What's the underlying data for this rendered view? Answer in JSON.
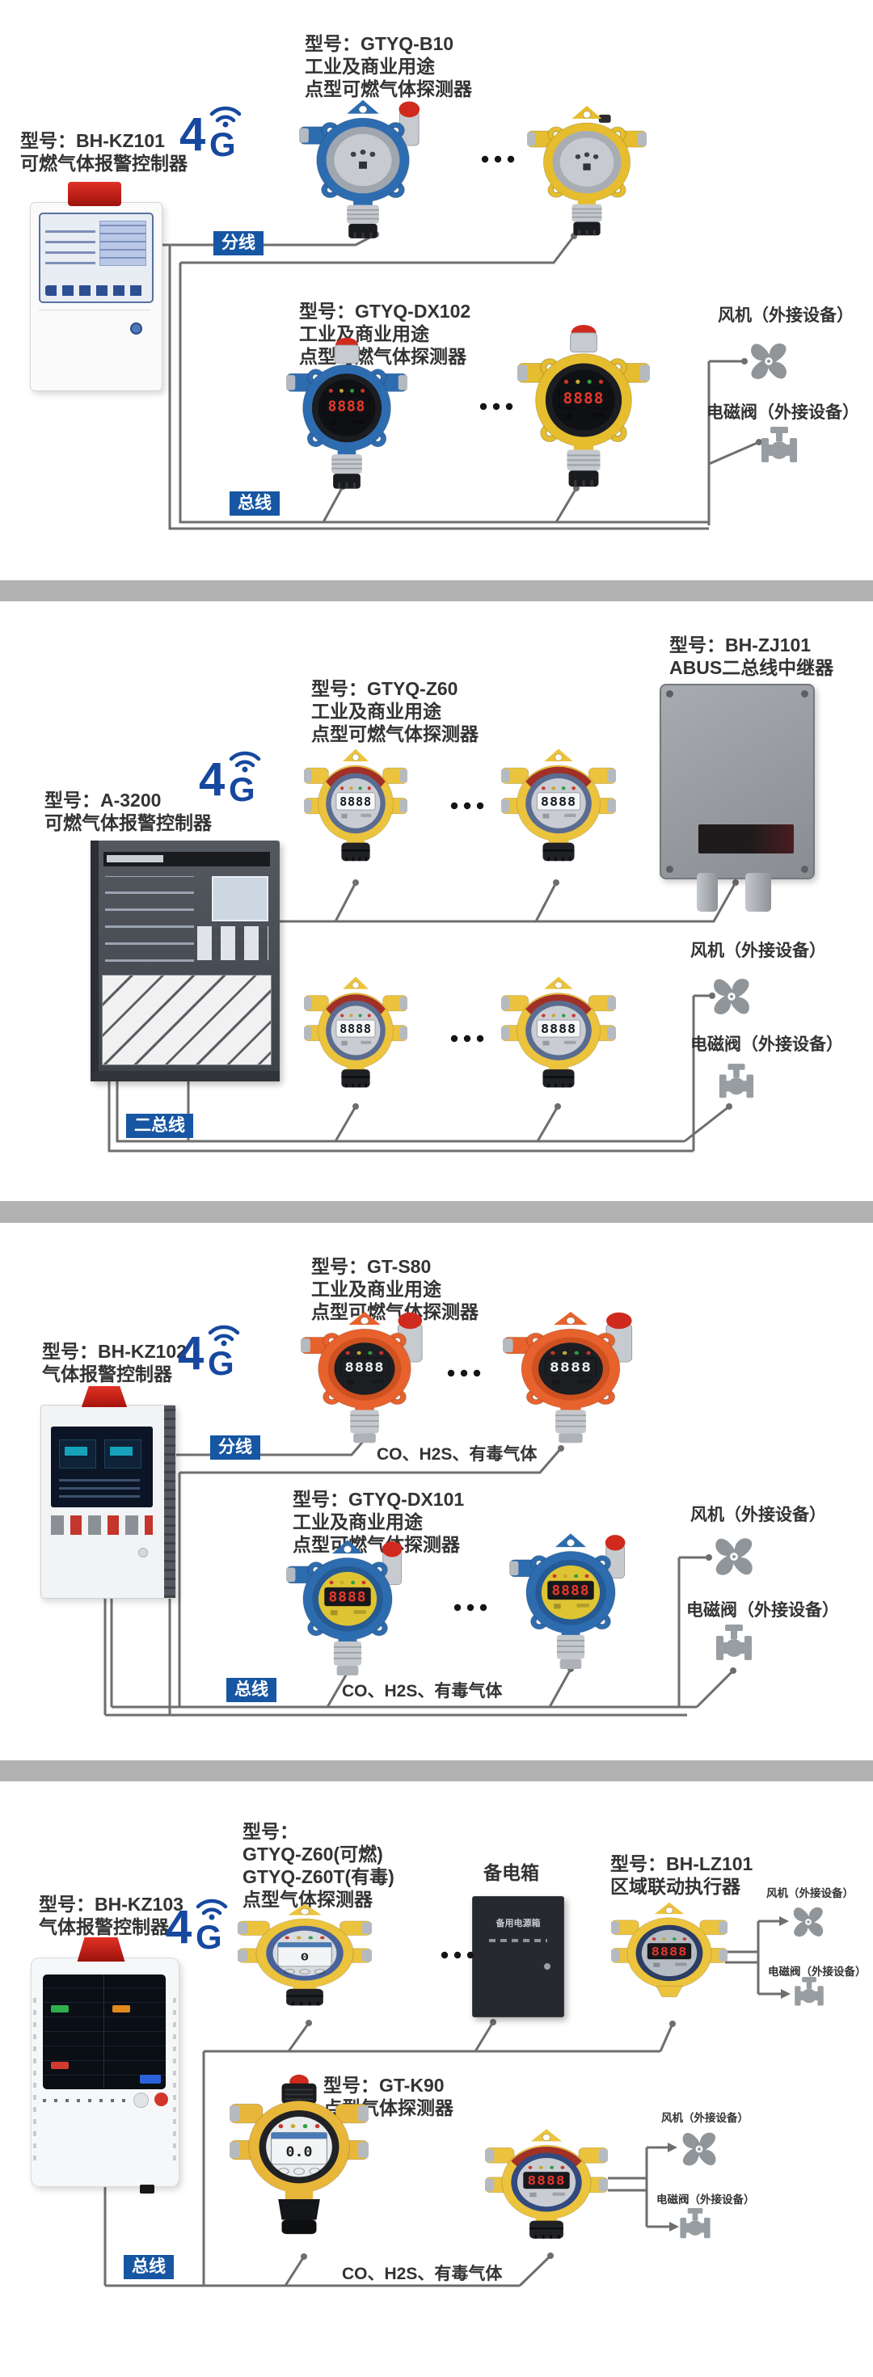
{
  "shared": {
    "g4": {
      "four": "4",
      "g": "G"
    },
    "fan_label": "风机（外接设备）",
    "valve_label": "电磁阀（外接设备）"
  },
  "panels": [
    {
      "controller": {
        "model": "型号：BH-KZ101",
        "name": "可燃气体报警控制器"
      },
      "branch_label": "分线",
      "bus_label": "总线",
      "groups": [
        {
          "title": [
            "型号：GTYQ-B10",
            "工业及商业用途",
            "点型可燃气体探测器"
          ]
        },
        {
          "title": [
            "型号：GTYQ-DX102",
            "工业及商业用途",
            "点型可燃气体探测器"
          ]
        }
      ],
      "displays": {
        "dx102": "8888"
      }
    },
    {
      "controller": {
        "model": "型号：A-3200",
        "name": "可燃气体报警控制器"
      },
      "bus_label": "二总线",
      "groups": [
        {
          "title": [
            "型号：GTYQ-Z60",
            "工业及商业用途",
            "点型可燃气体探测器"
          ]
        },
        {
          "title": [
            "型号：BH-ZJ101",
            "ABUS二总线中继器"
          ]
        }
      ],
      "displays": {
        "z60": "8888"
      }
    },
    {
      "controller": {
        "model": "型号：BH-KZ102",
        "name": "气体报警控制器"
      },
      "branch_label": "分线",
      "bus_label": "总线",
      "gas_note": "CO、H2S、有毒气体",
      "groups": [
        {
          "title": [
            "型号：GT-S80",
            "工业及商业用途",
            "点型可燃气体探测器"
          ]
        },
        {
          "title": [
            "型号：GTYQ-DX101",
            "工业及商业用途",
            "点型可燃气体探测器"
          ]
        }
      ],
      "displays": {
        "s80": "8888",
        "dx101": "8888"
      }
    },
    {
      "controller": {
        "model": "型号：BH-KZ103",
        "name": "气体报警控制器"
      },
      "bus_label": "总线",
      "gas_note": "CO、H2S、有毒气体",
      "groups": [
        {
          "title": [
            "型号：",
            "GTYQ-Z60(可燃)",
            "GTYQ-Z60T(有毒)",
            "点型气体探测器"
          ]
        },
        {
          "title": [
            "型号：BH-LZ101",
            "区域联动执行器"
          ]
        },
        {
          "title": [
            "型号：GT-K90",
            "点型气体探测器"
          ]
        }
      ],
      "backup": {
        "label": "备电箱",
        "inner": "备用电源箱"
      },
      "displays": {
        "z60": "0",
        "lz101": "8888",
        "k90": "0.0",
        "z60b": "8888"
      }
    }
  ]
}
